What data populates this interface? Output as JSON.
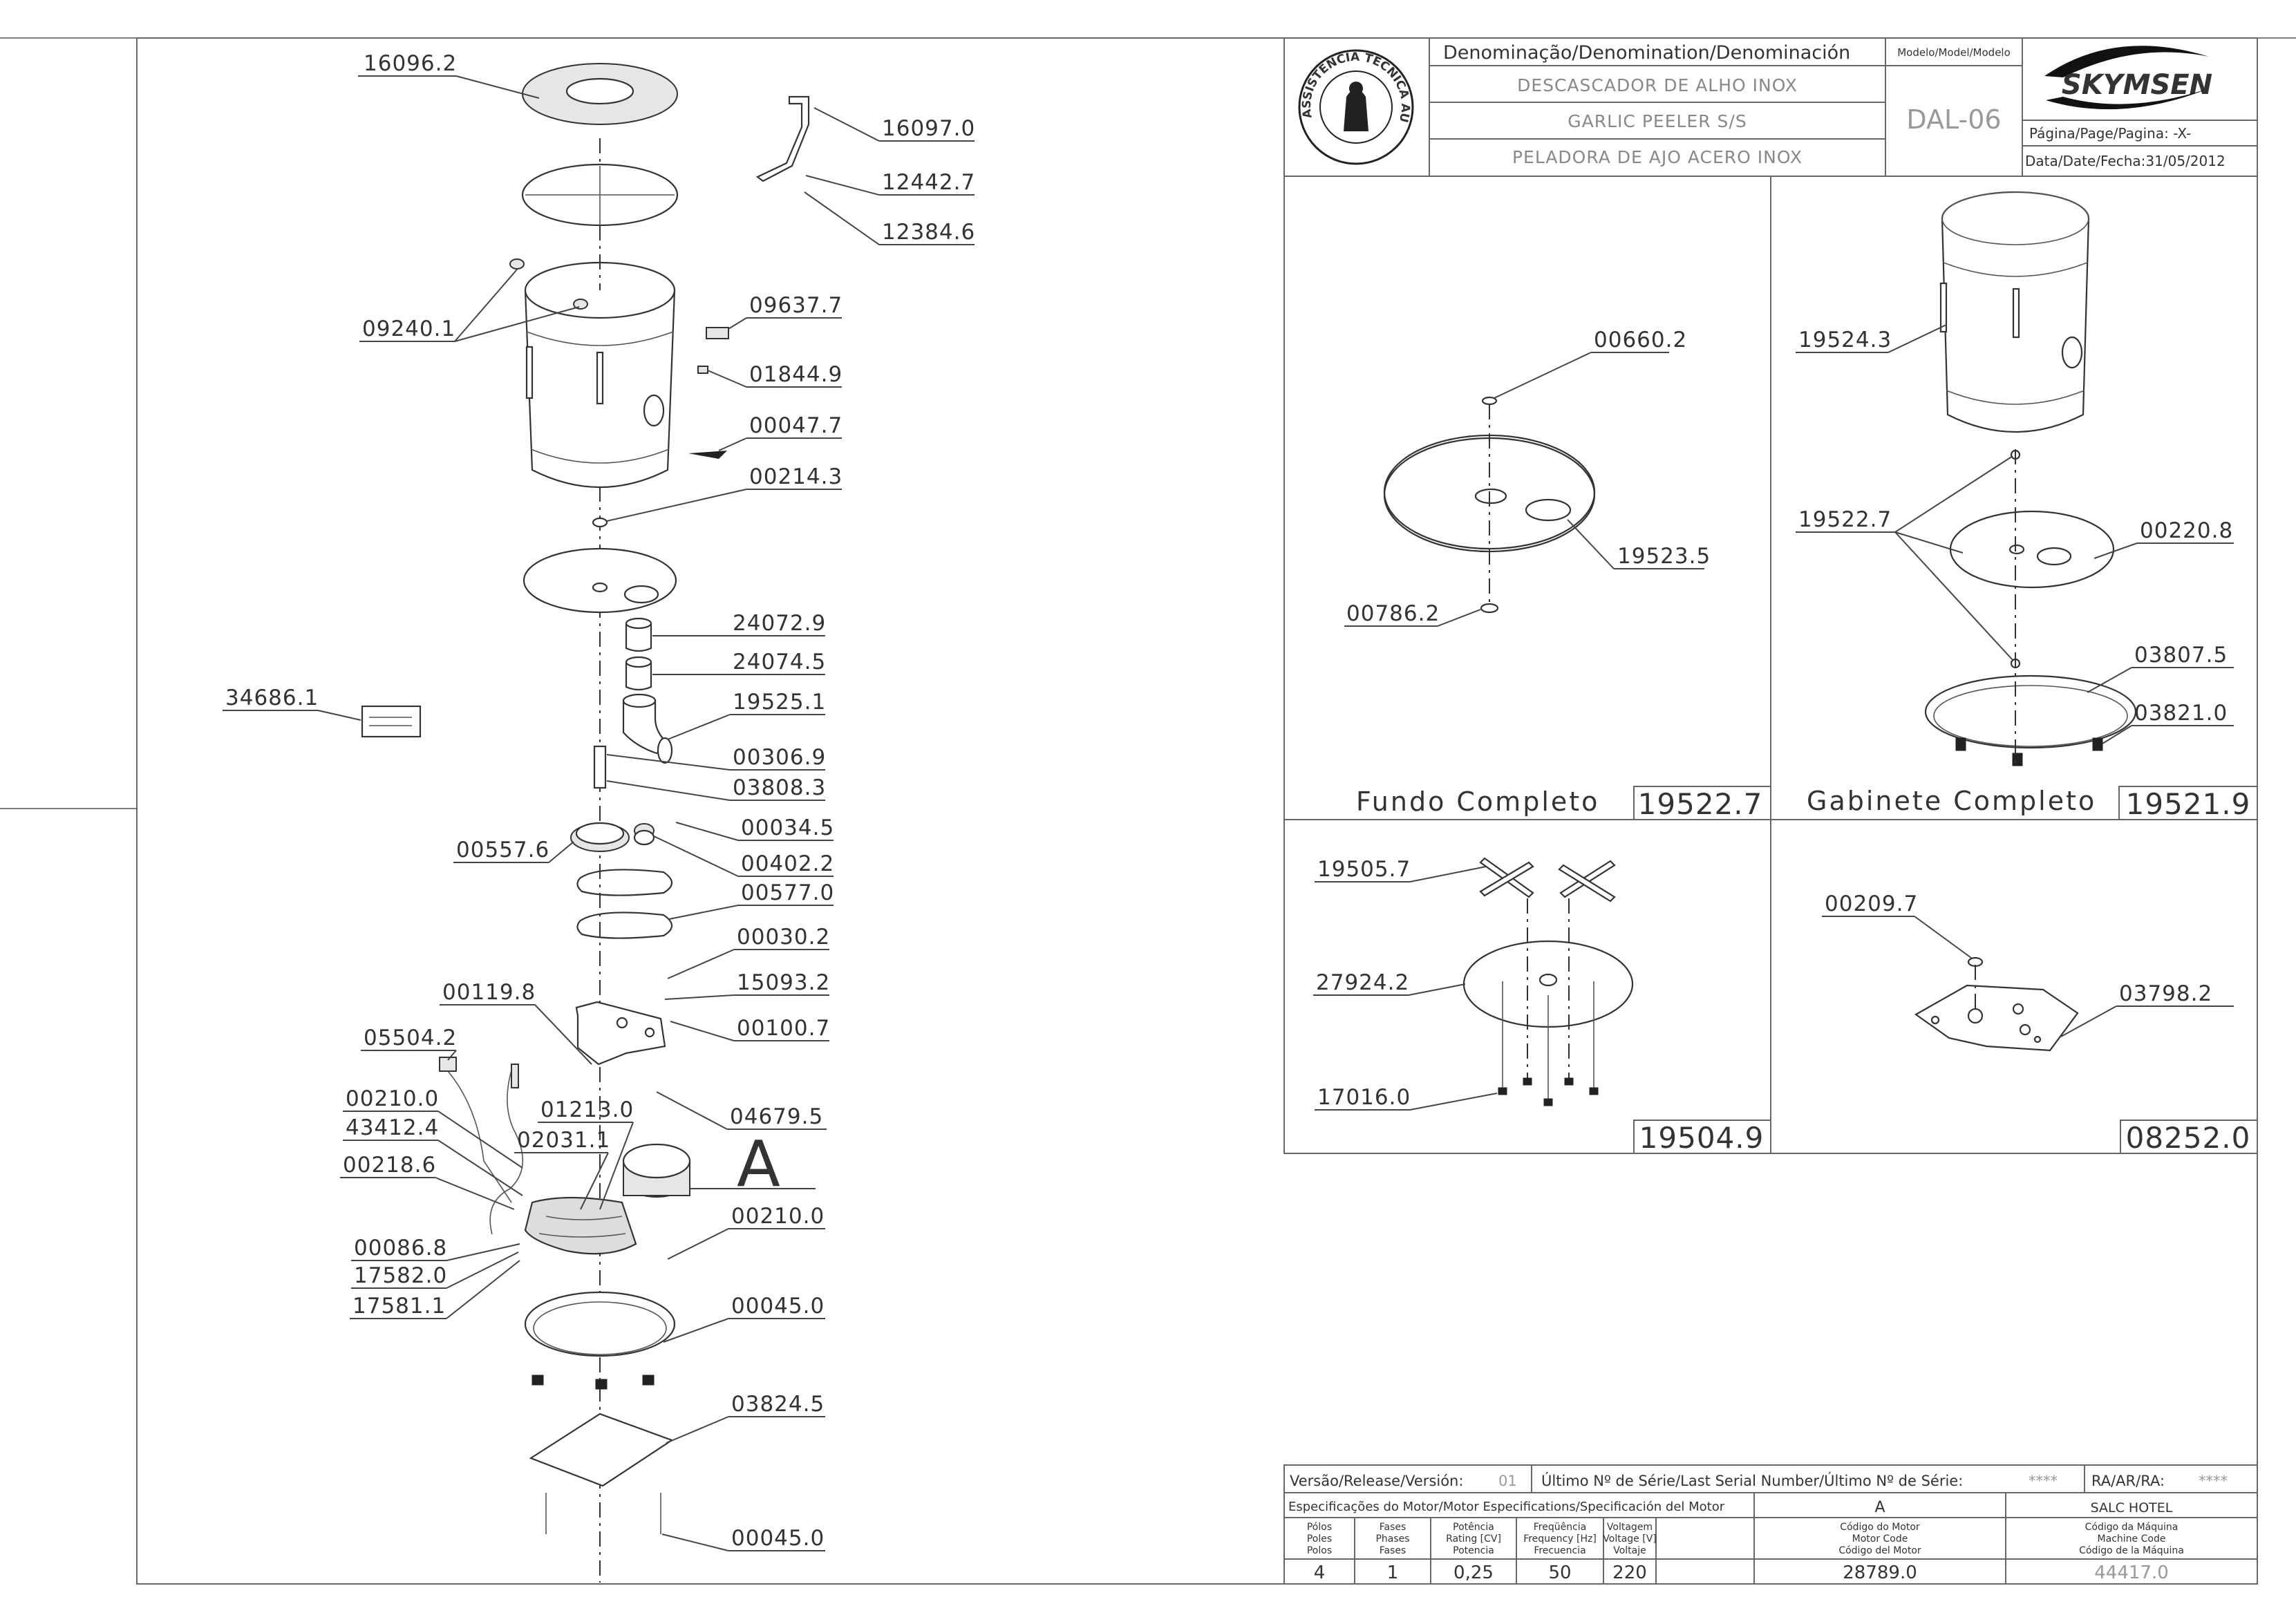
{
  "header": {
    "denomination_label": "Denominação/Denomination/Denominación",
    "name_pt": "DESCASCADOR DE ALHO INOX",
    "name_en": "GARLIC PEELER S/S",
    "name_es": "PELADORA DE AJO ACERO INOX",
    "model_label": "Modelo/Model/Modelo",
    "model_value": "DAL-06",
    "brand": "SKYMSEN",
    "page_label": "Página/Page/Pagina: -X-",
    "date_label": "Data/Date/Fecha:31/05/2012",
    "seal_text": "ASSISTÊNCIA TÉCNICA AUTORIZADA"
  },
  "callouts": {
    "c16096_2": "16096.2",
    "c16097_0": "16097.0",
    "c12442_7": "12442.7",
    "c12384_6": "12384.6",
    "c09240_1": "09240.1",
    "c09637_7": "09637.7",
    "c01844_9": "01844.9",
    "c00047_7": "00047.7",
    "c00214_3": "00214.3",
    "c24072_9": "24072.9",
    "c24074_5": "24074.5",
    "c34686_1": "34686.1",
    "c19525_1": "19525.1",
    "c00306_9": "00306.9",
    "c03808_3": "03808.3",
    "c00034_5": "00034.5",
    "c00557_6": "00557.6",
    "c00402_2": "00402.2",
    "c00577_0": "00577.0",
    "c00030_2": "00030.2",
    "c15093_2": "15093.2",
    "c00119_8": "00119.8",
    "c00100_7": "00100.7",
    "c05504_2": "05504.2",
    "c00210_0a": "00210.0",
    "c01213_0": "01213.0",
    "c43412_4": "43412.4",
    "c02031_1": "02031.1",
    "c04679_5": "04679.5",
    "c00218_6": "00218.6",
    "c00210_0b": "00210.0",
    "c00086_8": "00086.8",
    "c17582_0": "17582.0",
    "c17581_1": "17581.1",
    "c00045_0a": "00045.0",
    "c03824_5": "03824.5",
    "c00045_0b": "00045.0",
    "motor_letter": "A"
  },
  "panels": {
    "fundo": {
      "title": "Fundo Completo",
      "code": "19522.7",
      "c1": "00660.2",
      "c2": "19523.5",
      "c3": "00786.2"
    },
    "gabinete": {
      "title": "Gabinete Completo",
      "code": "19521.9",
      "c1": "19524.3",
      "c2": "19522.7",
      "c3": "00220.8",
      "c4": "03807.5",
      "c5": "03821.0"
    },
    "p19504": {
      "code": "19504.9",
      "c1": "19505.7",
      "c2": "27924.2",
      "c3": "17016.0"
    },
    "p08252": {
      "code": "08252.0",
      "c1": "00209.7",
      "c2": "03798.2"
    }
  },
  "spec": {
    "version_label": "Versão/Release/Versión:",
    "version_value": "01",
    "serial_label": "Último Nº de Série/Last Serial Number/Último Nº de Série:",
    "serial_value": "****",
    "ra_label": "RA/AR/RA:",
    "ra_value": "****",
    "motor_spec_label": "Especificações do Motor/Motor Especifications/Specificación del Motor",
    "motor_letter": "A",
    "hotel": "SALC HOTEL",
    "col1": [
      "Pólos",
      "Poles",
      "Polos"
    ],
    "col2": [
      "Fases",
      "Phases",
      "Fases"
    ],
    "col3": [
      "Potência",
      "Rating [CV]",
      "Potencia"
    ],
    "col4": [
      "Freqüência",
      "Frequency [Hz]",
      "Frecuencia"
    ],
    "col5": [
      "Voltagem",
      "Voltage [V]",
      "Voltaje"
    ],
    "col6": [
      "Código do Motor",
      "Motor Code",
      "Código del Motor"
    ],
    "col7": [
      "Código da Máquina",
      "Machine Code",
      "Código de la Máquina"
    ],
    "values": [
      "4",
      "1",
      "0,25",
      "50",
      "220",
      "28789.0",
      "44417.0"
    ]
  }
}
